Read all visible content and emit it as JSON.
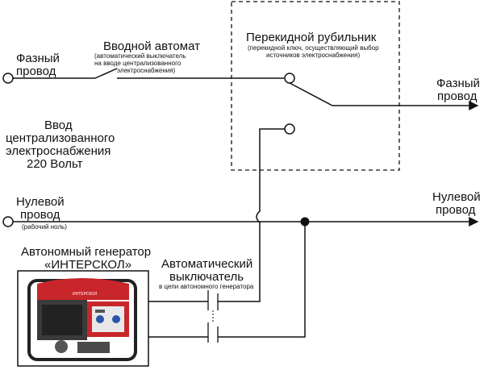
{
  "labels": {
    "phase_in_1": "Фазный",
    "phase_in_2": "провод",
    "input_breaker_title": "Вводной автомат",
    "input_breaker_note_1": "(автоматический выключатель",
    "input_breaker_note_2": "на вводе централизованного",
    "input_breaker_note_3": "электроснабжения)",
    "switch_title": "Перекидной рубильник",
    "switch_note_1": "(перекидной ключ, осуществляющий выбор",
    "switch_note_2": "источников электроснабжения)",
    "phase_out_1": "Фазный",
    "phase_out_2": "провод",
    "input_desc_1": "Ввод",
    "input_desc_2": "централизованного",
    "input_desc_3": "электроснабжения",
    "input_desc_4": "220 Вольт",
    "neutral_in_1": "Нулевой",
    "neutral_in_2": "провод",
    "neutral_in_note": "(рабочий ноль)",
    "neutral_out_1": "Нулевой",
    "neutral_out_2": "провод",
    "generator_1": "Автономный генератор",
    "generator_2": "«ИНТЕРСКОЛ»",
    "gen_breaker_1": "Автоматический",
    "gen_breaker_2": "выключатель",
    "gen_breaker_note": "в цепи автономного генератора",
    "generator_brand": "ИНТЕРСКОЛ"
  },
  "colors": {
    "line": "#111111",
    "generator_red": "#c8262a",
    "generator_black": "#222222"
  }
}
